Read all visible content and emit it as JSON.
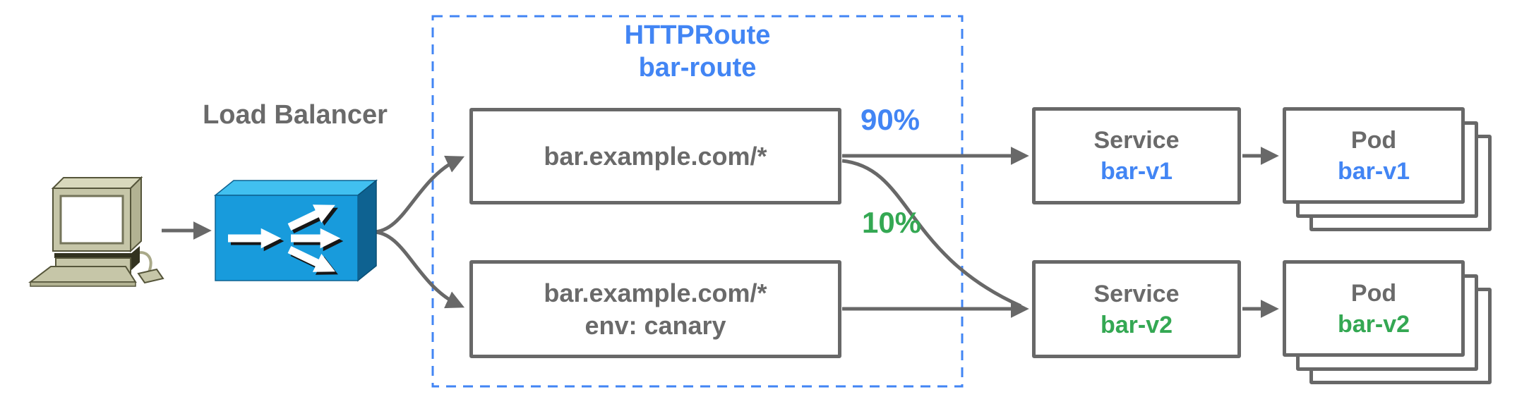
{
  "client": {
    "icon": "desktop-computer-icon"
  },
  "load_balancer": {
    "label": "Load Balancer",
    "icon": "load-balancer-icon"
  },
  "httproute": {
    "kind": "HTTPRoute",
    "name": "bar-route",
    "rules": [
      {
        "match": "bar.example.com/*"
      },
      {
        "match": "bar.example.com/*",
        "header_match": "env: canary"
      }
    ]
  },
  "weights": {
    "primary": "90%",
    "canary": "10%"
  },
  "services": [
    {
      "kind": "Service",
      "name": "bar-v1"
    },
    {
      "kind": "Service",
      "name": "bar-v2"
    }
  ],
  "pods": [
    {
      "kind": "Pod",
      "name": "bar-v1"
    },
    {
      "kind": "Pod",
      "name": "bar-v2"
    }
  ],
  "colors": {
    "blue": "#4285F4",
    "green": "#34A853",
    "text_gray": "#6a6a6a",
    "line_gray": "#686868",
    "lb_front": "#189BDC",
    "lb_top": "#41C0F0",
    "lb_side": "#0E6291",
    "computer_body": "#c6c6a8"
  }
}
